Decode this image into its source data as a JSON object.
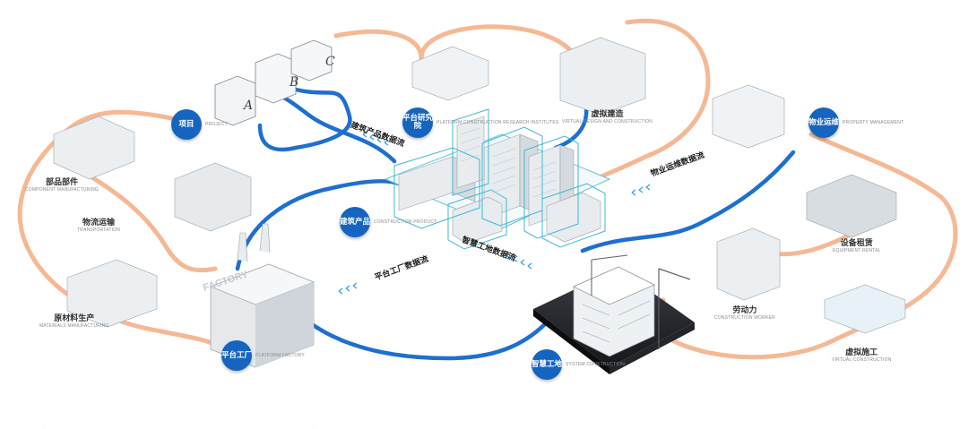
{
  "nodes": {
    "project": {
      "cn": "项目",
      "en": "PROJECT"
    },
    "component": {
      "cn": "部品部件",
      "en": "COMPONENT MANUFACTURING"
    },
    "logistics": {
      "cn": "物流运输",
      "en": "TRANSPORTATION"
    },
    "materials": {
      "cn": "原材料生产",
      "en": "MATERIALS MANUFACTURING"
    },
    "factory": {
      "cn": "平台工厂",
      "en": "PLATFORM FACTORY"
    },
    "institute": {
      "cn": "平台研究院",
      "en": "PLATFORM CONSTRUCTION RESEARCH INSTITUTES"
    },
    "virtual_design": {
      "cn": "虚拟建造",
      "en": "VIRTUAL DESIGN AND CONSTRUCTION"
    },
    "property": {
      "cn": "物业运维",
      "en": "PROPERTY MANAGEMENT"
    },
    "product": {
      "cn": "建筑产品",
      "en": "CONSTRUCTION PRODUCT"
    },
    "equipment": {
      "cn": "设备租赁",
      "en": "EQUIPMENT RENTAL"
    },
    "labor": {
      "cn": "劳动力",
      "en": "CONSTRUCTION WORKER"
    },
    "smart_site": {
      "cn": "智慧工地",
      "en": "SYSTEM CONSTRUCTION"
    },
    "virtual_construction": {
      "cn": "虚拟施工",
      "en": "VIRTUAL CONSTRUCTION"
    }
  },
  "flows": {
    "product_data": "建筑产品数据流",
    "om_data": "物业运维数据流",
    "factory_data": "平台工厂数据流",
    "site_data": "智慧工地数据流"
  },
  "letters": {
    "a": "A",
    "b": "B",
    "c": "C"
  },
  "factory_sign": "FACTORY",
  "colors": {
    "blue": "#1565c0",
    "orange": "#f4b189",
    "cyan": "#3fb8d6"
  }
}
